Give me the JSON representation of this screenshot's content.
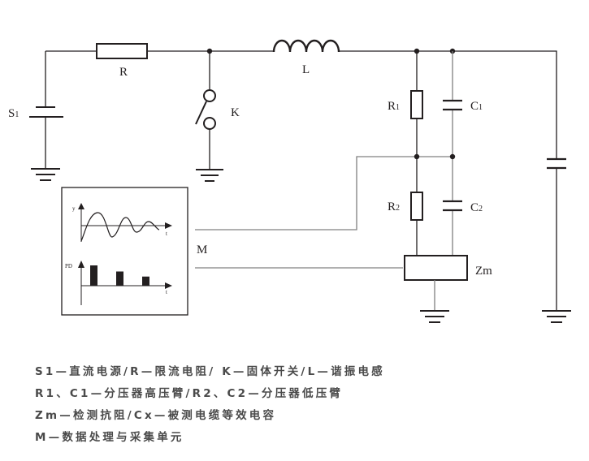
{
  "diagram": {
    "title": "Partial discharge test circuit (oscillating wave)",
    "components": {
      "source": {
        "label": "S",
        "sub": "1"
      },
      "resistor": {
        "label": "R"
      },
      "switch": {
        "label": "K"
      },
      "inductor": {
        "label": "L"
      },
      "r1": {
        "label": "R",
        "sub": "1"
      },
      "c1": {
        "label": "C",
        "sub": "1"
      },
      "r2": {
        "label": "R",
        "sub": "2"
      },
      "c2": {
        "label": "C",
        "sub": "2"
      },
      "zm": {
        "label": "Zm"
      },
      "module": {
        "label": "M"
      }
    },
    "module_plots": {
      "waveform": {
        "y_label": "y",
        "x_label": "t"
      },
      "pd": {
        "y_label": "PD",
        "x_label": "t",
        "bar_relative_heights": [
          1.0,
          0.7,
          0.45
        ]
      }
    }
  },
  "legend": [
    "S1—直流电源/R—限流电阻/ K—固体开关/L—谐振电感",
    "R1、C1—分压器高压臂/R2、C2—分压器低压臂",
    "Zm—检测抗阻/Cx—被测电缆等效电容",
    "M—数据处理与采集单元"
  ],
  "colors": {
    "wire_dark": "#231f20",
    "wire_gray": "#808080",
    "legend_text": "#4a4a4a"
  }
}
